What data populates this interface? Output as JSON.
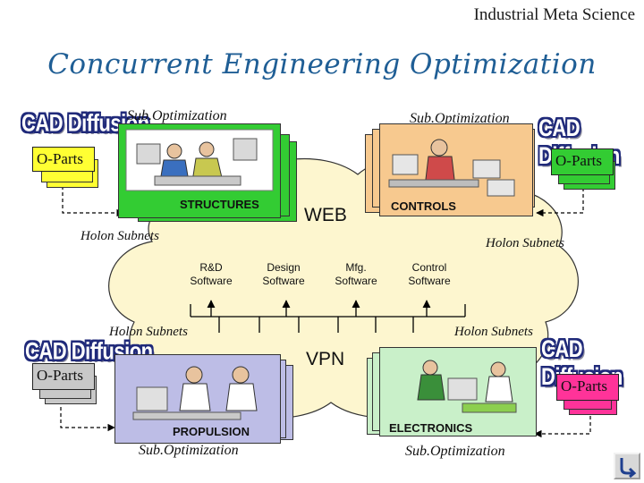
{
  "header": {
    "text": "Industrial Meta Science"
  },
  "title": "Concurrent Engineering Optimization",
  "cad_label": "CAD Diffusion",
  "oparts_label": "O-Parts",
  "subopt_label": "Sub.Optimization",
  "holon_label": "Holon Subnets",
  "networks": {
    "web": "WEB",
    "vpn": "VPN"
  },
  "domains": {
    "structures": "STRUCTURES",
    "controls": "CONTROLS",
    "propulsion": "PROPULSION",
    "electronics": "ELECTRONICS"
  },
  "software": [
    {
      "line1": "R&D",
      "line2": "Software"
    },
    {
      "line1": "Design",
      "line2": "Software"
    },
    {
      "line1": "Mfg.",
      "line2": "Software"
    },
    {
      "line1": "Control",
      "line2": "Software"
    }
  ],
  "colors": {
    "cloud": "#fdf6cf",
    "structures": "#33cc33",
    "controls": "#f7c98f",
    "propulsion": "#bdbde6",
    "electronics": "#c9f0c9",
    "oparts_yellow": "#ffff33",
    "oparts_green": "#33cc33",
    "oparts_gray": "#c8c8c8",
    "oparts_pink": "#ff3399",
    "title": "#1f5e95"
  },
  "icons": {
    "return_button": "return-arrow-icon"
  }
}
